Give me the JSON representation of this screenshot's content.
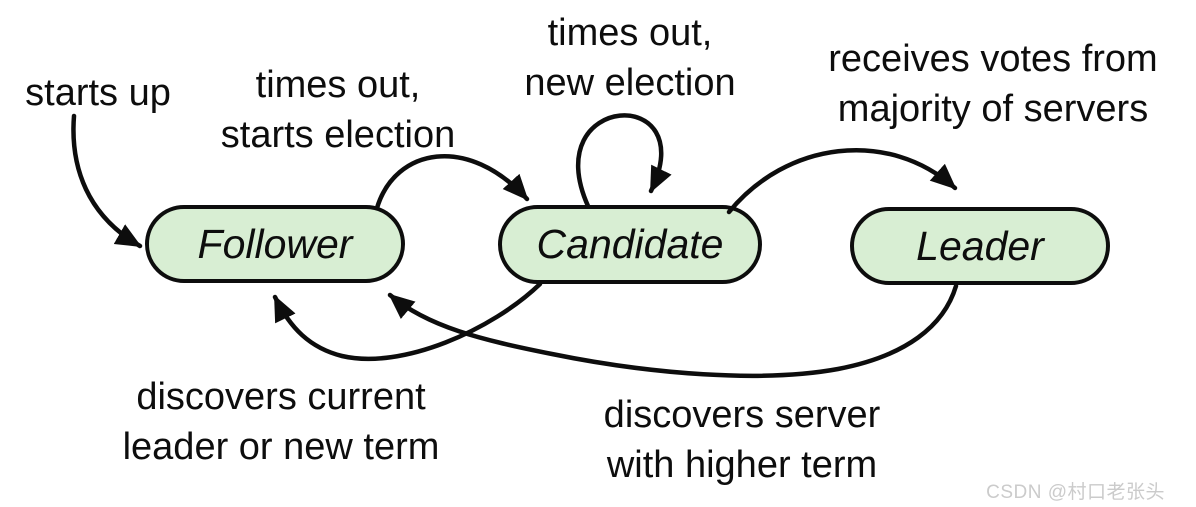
{
  "diagram": {
    "states": {
      "follower": "Follower",
      "candidate": "Candidate",
      "leader": "Leader"
    },
    "transitions": {
      "starts_up": {
        "to": "Follower",
        "lines": [
          "starts up"
        ]
      },
      "follower_to_candidate": {
        "from": "Follower",
        "to": "Candidate",
        "lines": [
          "times out,",
          "starts election"
        ]
      },
      "candidate_self": {
        "from": "Candidate",
        "to": "Candidate",
        "lines": [
          "times out,",
          "new election"
        ]
      },
      "candidate_to_leader": {
        "from": "Candidate",
        "to": "Leader",
        "lines": [
          "receives votes from",
          "majority of servers"
        ]
      },
      "candidate_to_follower": {
        "from": "Candidate",
        "to": "Follower",
        "lines": [
          "discovers current",
          "leader or new term"
        ]
      },
      "leader_to_follower": {
        "from": "Leader",
        "to": "Follower",
        "lines": [
          "discovers server",
          "with higher term"
        ]
      }
    },
    "watermark": "CSDN @村口老张头",
    "colors": {
      "state_fill": "#d8eed3",
      "state_border": "#0d0d0d",
      "arrow": "#0d0d0d",
      "label_text": "#0d0d0d",
      "watermark_text": "#cbcbcb"
    }
  }
}
